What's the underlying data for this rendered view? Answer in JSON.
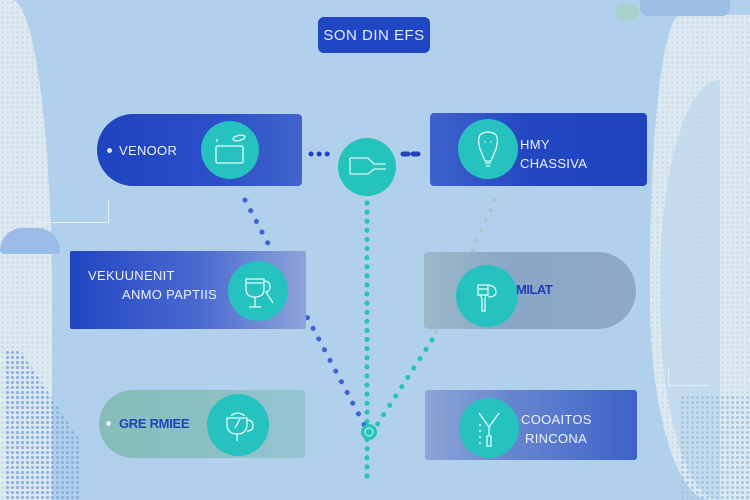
{
  "title": "SON DIN EFS",
  "colors": {
    "primary_blue": "#1f43bf",
    "teal": "#25c2c0",
    "background": "#b1d0ec",
    "muted_green": "#86bdb9",
    "muted_slate": "#8ea8c7"
  },
  "hubs": {
    "top": {
      "icon": "plug-connector-icon"
    },
    "bottom": {
      "icon": "junction-node-icon"
    }
  },
  "nodes": [
    {
      "id": "vendor",
      "lines": [
        "VENOOR"
      ],
      "icon": "laptop-icon",
      "bullet": true
    },
    {
      "id": "chassis",
      "lines": [
        "HMY",
        "CHASSIVA"
      ],
      "icon": "lightbulb-icon",
      "bullet": false
    },
    {
      "id": "partners",
      "lines": [
        "VEKUUNENIT",
        "ANMO PAPTIIS"
      ],
      "icon": "wine-glass-icon",
      "bullet": false
    },
    {
      "id": "milat",
      "lines": [
        "MILAT"
      ],
      "icon": "connector-plug-icon",
      "bullet": false
    },
    {
      "id": "green",
      "lines": [
        "GRE RMIEE"
      ],
      "icon": "cup-icon",
      "bullet": true
    },
    {
      "id": "coatings",
      "lines": [
        "COOAITOS",
        "RINCONA"
      ],
      "icon": "antenna-icon",
      "bullet": false
    }
  ],
  "connections": [
    {
      "from": "vendor",
      "to": "hub-top",
      "style": "dotted"
    },
    {
      "from": "hub-top",
      "to": "chassis",
      "style": "dotted"
    },
    {
      "from": "vendor",
      "to": "hub-bottom",
      "style": "dotted"
    },
    {
      "from": "hub-top",
      "to": "hub-bottom",
      "style": "dotted"
    },
    {
      "from": "chassis",
      "to": "hub-bottom",
      "style": "dotted"
    }
  ]
}
